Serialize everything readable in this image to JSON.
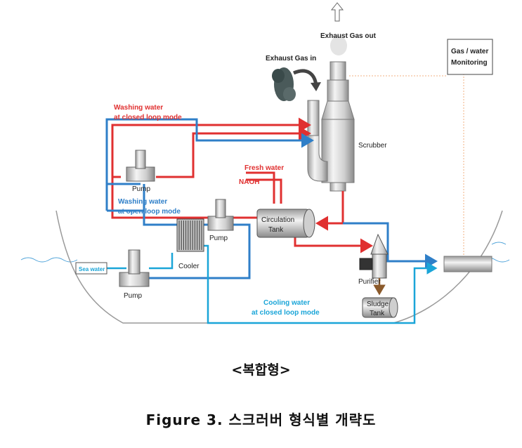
{
  "labels": {
    "exhaust_out": "Exhaust Gas out",
    "exhaust_in": "Exhaust Gas in",
    "monitoring_line1": "Gas / water",
    "monitoring_line2": "Monitoring",
    "washing_closed_line1": "Washing water",
    "washing_closed_line2": "at closed loop mode",
    "scrubber": "Scrubber",
    "fresh_water": "Fresh water",
    "naoh": "NAOH",
    "pump_top": "Pump",
    "washing_open_line1": "Washing water",
    "washing_open_line2": "at open loop mode",
    "circulation_line1": "Circulation",
    "circulation_line2": "Tank",
    "pump_mid": "Pump",
    "sea_water": "Sea water",
    "cooler": "Cooler",
    "purifier": "Purifier",
    "pump_bottom": "Pump",
    "sludge_line1": "Sludge",
    "sludge_line2": "Tank",
    "cooling_line1": "Cooling water",
    "cooling_line2": "at closed loop mode"
  },
  "colors": {
    "red_line": "#e03030",
    "blue_line": "#2f7fc8",
    "cyan_line": "#1aa5d8",
    "hull": "#9a9a9a",
    "monitor_dotted": "#f0b080",
    "sludge_arrow": "#8b5a2b"
  },
  "caption": {
    "subtitle": "<복합형>",
    "figure": "Figure 3. 스크러버 형식별 개략도"
  }
}
